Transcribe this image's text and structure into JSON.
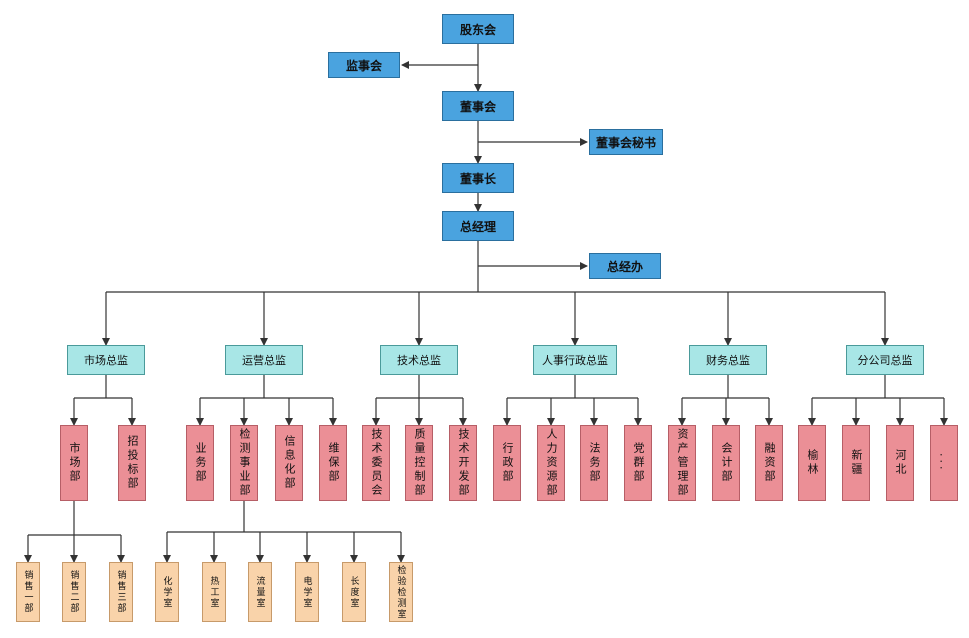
{
  "top": {
    "shareholders": "股东会",
    "supervisors": "监事会",
    "board": "董事会",
    "board_secretary": "董事会秘书",
    "chairman": "董事长",
    "general_manager": "总经理",
    "gm_office": "总经办"
  },
  "directors": [
    {
      "label": "市场总监",
      "depts": [
        {
          "label": "市场部",
          "subs": [
            {
              "label": "销售一部"
            },
            {
              "label": "销售二部"
            },
            {
              "label": "销售三部"
            }
          ]
        },
        {
          "label": "招投标部"
        }
      ]
    },
    {
      "label": "运营总监",
      "depts": [
        {
          "label": "业务部"
        },
        {
          "label": "检测事业部",
          "subs": [
            {
              "label": "化学室"
            },
            {
              "label": "热工室"
            },
            {
              "label": "流量室"
            },
            {
              "label": "电学室"
            },
            {
              "label": "长度室"
            },
            {
              "label": "检验检测室"
            }
          ]
        },
        {
          "label": "信息化部"
        },
        {
          "label": "维保部"
        }
      ]
    },
    {
      "label": "技术总监",
      "depts": [
        {
          "label": "技术委员会"
        },
        {
          "label": "质量控制部"
        },
        {
          "label": "技术开发部"
        }
      ]
    },
    {
      "label": "人事行政总监",
      "depts": [
        {
          "label": "行政部"
        },
        {
          "label": "人力资源部"
        },
        {
          "label": "法务部"
        },
        {
          "label": "党群部"
        }
      ]
    },
    {
      "label": "财务总监",
      "depts": [
        {
          "label": "资产管理部"
        },
        {
          "label": "会计部"
        },
        {
          "label": "融资部"
        }
      ]
    },
    {
      "label": "分公司总监",
      "depts": [
        {
          "label": "榆林"
        },
        {
          "label": "新疆"
        },
        {
          "label": "河北"
        },
        {
          "label": "..."
        }
      ]
    }
  ]
}
